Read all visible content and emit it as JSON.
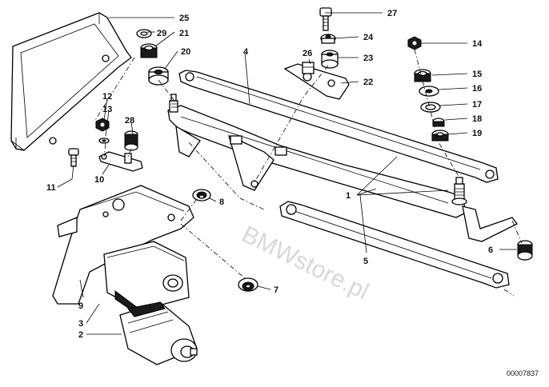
{
  "diagram": {
    "document_number": "00007837",
    "watermark": "BMWstore.pl",
    "callouts": [
      "1",
      "2",
      "3",
      "4",
      "5",
      "6",
      "7",
      "8",
      "9",
      "10",
      "11",
      "12",
      "13",
      "14",
      "15",
      "16",
      "17",
      "18",
      "19",
      "20",
      "21",
      "22",
      "23",
      "24",
      "25",
      "26",
      "27",
      "28",
      "29"
    ]
  }
}
